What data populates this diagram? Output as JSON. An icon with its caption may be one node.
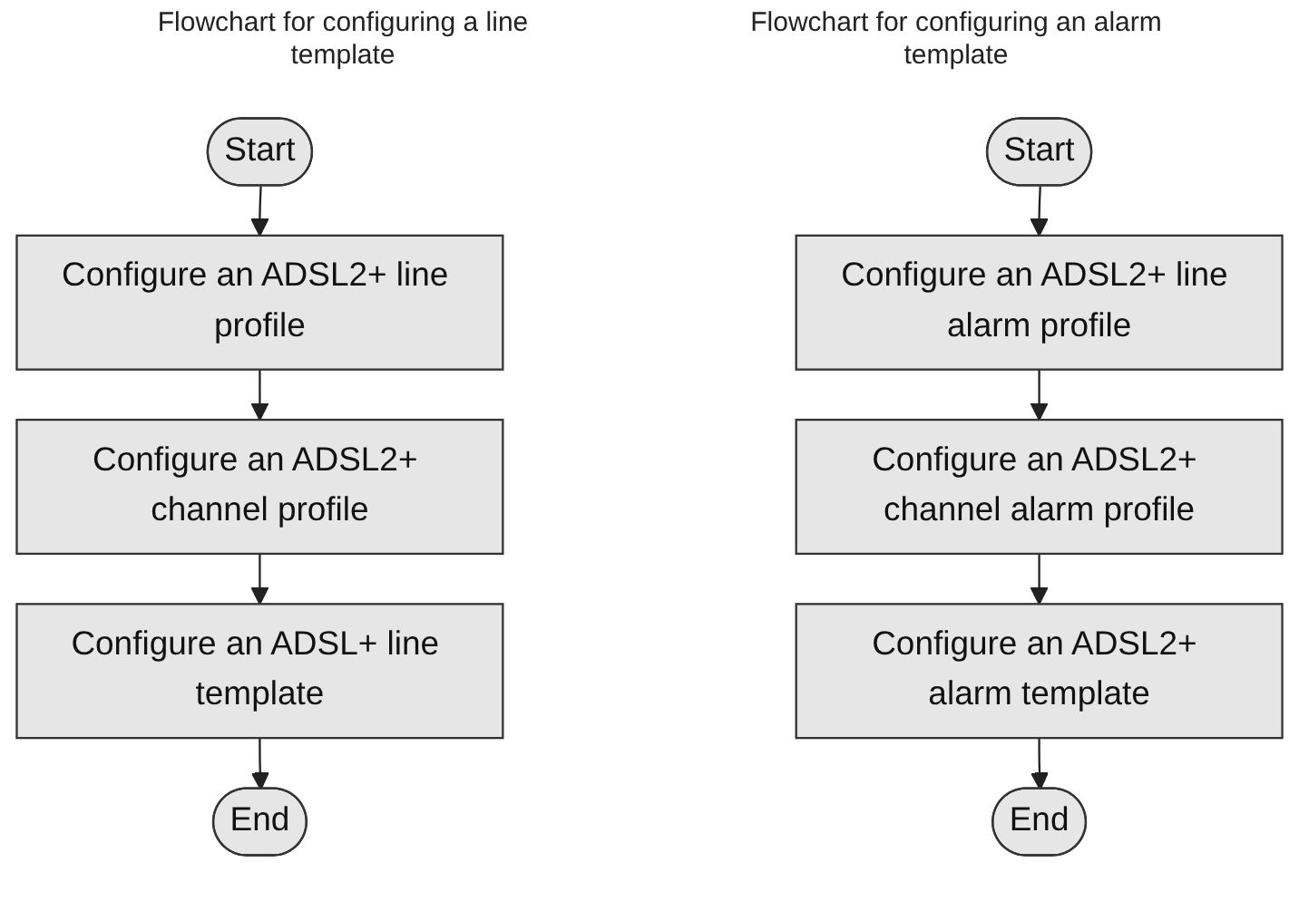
{
  "diagram": {
    "nodes": [
      {
        "text": [
          "Start"
        ]
      },
      {
        "text": [
          "Configure an ADSL2+ line profile"
        ]
      },
      {
        "text": [
          "Configure an ADSL2+ channel profile"
        ]
      },
      {
        "text": [
          "Configure an ADSL+ line template"
        ]
      },
      {
        "text": [
          "End"
        ]
      },
      {
        "text": [
          "Start"
        ]
      },
      {
        "text": [
          "Configure an ADSL2+ line alarm profile"
        ]
      },
      {
        "text": [
          "Configure an ADSL2+ channel alarm profile"
        ]
      },
      {
        "text": [
          "Configure an ADSL2+ alarm template"
        ]
      },
      {
        "text": [
          "End"
        ]
      }
    ],
    "edges": [
      {
        "from": 0,
        "to": 1,
        "arrow": "to"
      },
      {
        "from": 1,
        "to": 2,
        "arrow": "to"
      },
      {
        "from": 2,
        "to": 3,
        "arrow": "to"
      },
      {
        "from": 3,
        "to": 4,
        "arrow": "to"
      },
      {
        "from": 5,
        "to": 6,
        "arrow": "to"
      },
      {
        "from": 6,
        "to": 7,
        "arrow": "to"
      },
      {
        "from": 7,
        "to": 8,
        "arrow": "to"
      },
      {
        "from": 8,
        "to": 9,
        "arrow": "to"
      }
    ],
    "labels": [
      "Flowchart for configuring a line template",
      "Flowchart for configuring an alarm template"
    ]
  }
}
